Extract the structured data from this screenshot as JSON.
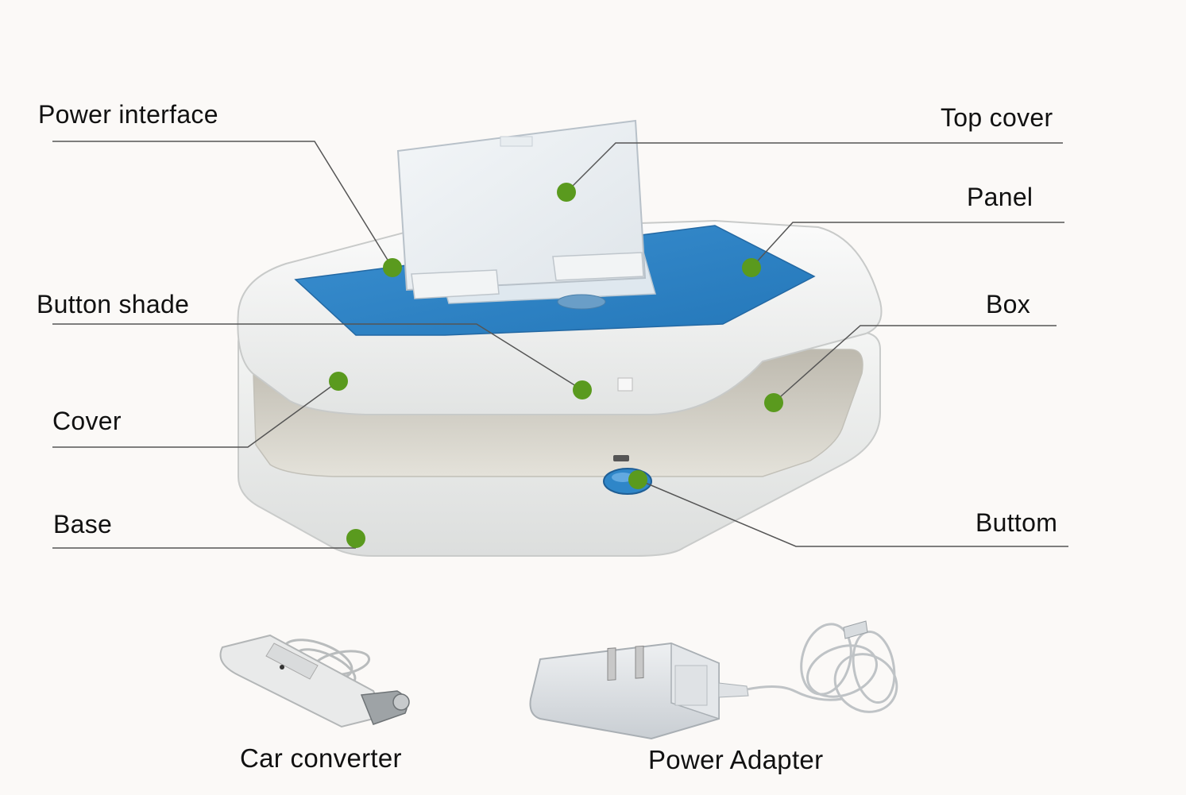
{
  "labels": {
    "power_interface": "Power interface",
    "top_cover": "Top cover",
    "panel": "Panel",
    "button_shade": "Button shade",
    "box": "Box",
    "cover": "Cover",
    "base": "Base",
    "buttom": "Buttom"
  },
  "accessories": {
    "car_converter": "Car converter",
    "power_adapter": "Power Adapter"
  },
  "colors": {
    "marker_green": "#5a9a1e",
    "panel_blue": "#2f86c8",
    "device_white": "#eef0ef",
    "leader_line": "#555555"
  }
}
